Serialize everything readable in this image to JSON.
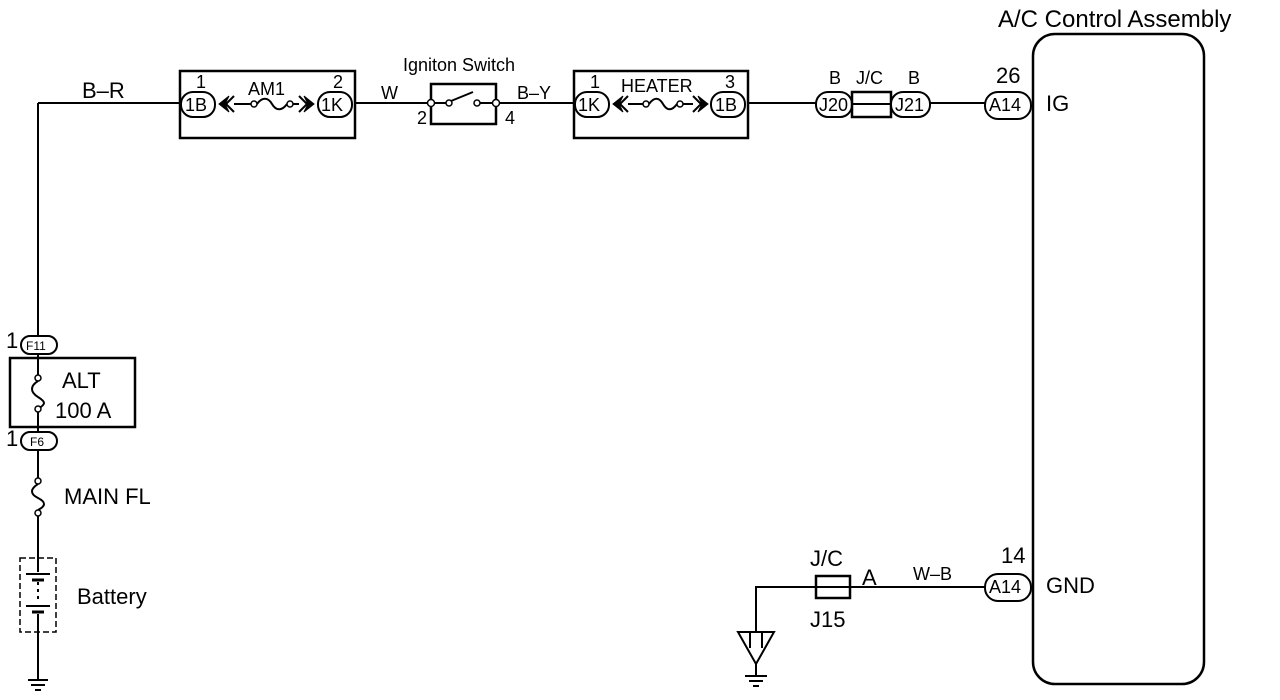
{
  "assembly": {
    "title": "A/C Control Assembly"
  },
  "wires": {
    "b_r": "B–R",
    "w": "W",
    "b_y": "B–Y",
    "b_left": "B",
    "b_right": "B",
    "w_b": "W–B",
    "a": "A"
  },
  "am1_fuse": {
    "label": "AM1",
    "pin_left": "1",
    "pin_right": "2",
    "conn_left": "1B",
    "conn_right": "1K"
  },
  "ignition_switch": {
    "label": "Igniton Switch",
    "pin_left": "2",
    "pin_right": "4"
  },
  "heater_fuse": {
    "label": "HEATER",
    "pin_left": "1",
    "pin_right": "3",
    "conn_left": "1K",
    "conn_right": "1B"
  },
  "jc_top": {
    "label": "J/C",
    "conn_left": "J20",
    "conn_right": "J21"
  },
  "ig_terminal": {
    "pin": "26",
    "conn": "A14",
    "label": "IG"
  },
  "gnd_terminal": {
    "pin": "14",
    "conn": "A14",
    "label": "GND"
  },
  "jc_bottom": {
    "label": "J/C",
    "name": "J15"
  },
  "alt_fuse": {
    "name": "ALT",
    "rating": "100 A",
    "pin_top": "1",
    "conn_top": "F11",
    "pin_bottom": "1",
    "conn_bottom": "F6"
  },
  "main_fl": {
    "label": "MAIN FL"
  },
  "battery": {
    "label": "Battery"
  }
}
